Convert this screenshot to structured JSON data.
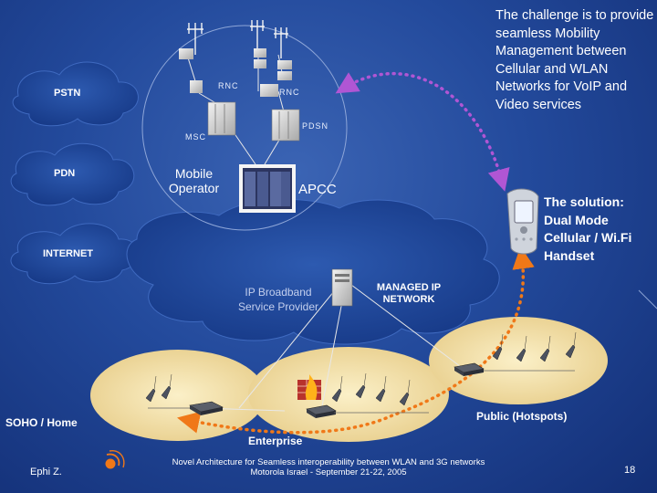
{
  "labels": {
    "pstn": "PSTN",
    "pdn": "PDN",
    "internet": "INTERNET",
    "rnc_left": "RNC",
    "rnc_right": "RNC",
    "pdsn": "PDSN",
    "msc": "MSC",
    "mobile_operator": "Mobile Operator",
    "apcc": "APCC",
    "ip_broadband": "IP Broadband Service Provider",
    "managed_ip": "MANAGED IP NETWORK",
    "soho": "SOHO / Home",
    "enterprise": "Enterprise",
    "public_hotspots": "Public (Hotspots)"
  },
  "challenge_text": "The challenge is to provide seamless Mobility Management between Cellular and WLAN Networks for VoIP and Video services",
  "solution_text": "The solution: Dual Mode Cellular / Wi.Fi Handset",
  "footer": {
    "author": "Ephi Z.",
    "line1": "Novel Architecture for Seamless interoperability between WLAN and 3G networks",
    "line2": "Motorola Israel - September 21-22, 2005",
    "page_number": "18"
  },
  "icons": {
    "cell_tower": "cell-tower-icon",
    "network_box": "network-equipment-icon",
    "server_rack": "server-rack-icon",
    "server": "server-icon",
    "access_point": "wifi-access-point-icon",
    "router": "router-icon",
    "firewall": "firewall-icon",
    "handset": "handset-icon",
    "logo": "motorola-logo-icon"
  },
  "colors": {
    "background": "#234a9c",
    "cloud": "#1e4496",
    "hotspot": "#f1dea8",
    "link_orange": "#f07818",
    "link_purple": "#b056d4"
  }
}
